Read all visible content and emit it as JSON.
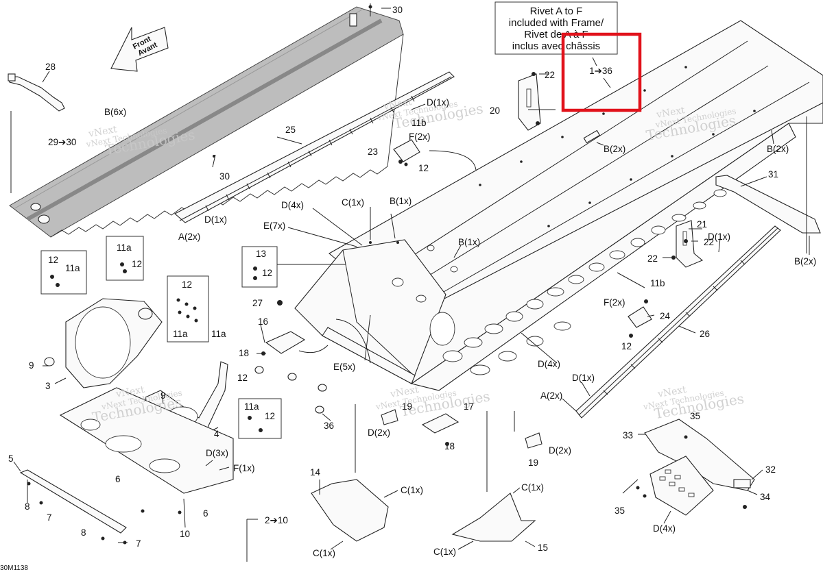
{
  "note": {
    "lines": [
      "Rivet A to F",
      "included with Frame/",
      "Rivet de A à F",
      "inclus avec châssis"
    ],
    "ref": "1➔36"
  },
  "front_arrow": {
    "line1": "Front",
    "line2": "Avant"
  },
  "watermark": {
    "line1": "vNext",
    "line2": "vNext Technologies",
    "line3": "Technologies"
  },
  "diagram_code": "30M1138",
  "highlight_color": "#e1121b",
  "labels": {
    "l30a": "30",
    "l28": "28",
    "lB6x": "B(6x)",
    "l29_30": "29➔30",
    "l30b": "30",
    "l25": "25",
    "lD1x_top": "D(1x)",
    "l11b_top": "11b",
    "lF2x_top": "F(2x)",
    "l23": "23",
    "l12_top": "12",
    "l22a": "22",
    "l20": "20",
    "lB2x_a": "B(2x)",
    "lB2x_b": "B(2x)",
    "l31": "31",
    "l21": "21",
    "l22b": "22",
    "l22c": "22",
    "lD1x_r": "D(1x)",
    "lB2x_c": "B(2x)",
    "l11b_r": "11b",
    "lF2x_r": "F(2x)",
    "l24": "24",
    "l12_r": "12",
    "l26": "26",
    "lD1x_l": "D(1x)",
    "lA2x_l": "A(2x)",
    "lD4x_c": "D(4x)",
    "lC1x_c": "C(1x)",
    "lB1x_c": "B(1x)",
    "lE7x": "E(7x)",
    "lB1x_c2": "B(1x)",
    "l13": "13",
    "l12_13": "12",
    "l27": "27",
    "l16": "16",
    "l18a": "18",
    "lE5x": "E(5x)",
    "lD4x_m": "D(4x)",
    "lD1x_m": "D(1x)",
    "lA2x_m": "A(2x)",
    "l11a_a": "11a",
    "l12_a": "12",
    "l12_b": "12",
    "l11a_b": "11a",
    "l12_c": "12",
    "l11a_c": "11a",
    "l11a_d": "11a",
    "l12_d": "12",
    "l9a": "9",
    "l3": "3",
    "l9b": "9",
    "l4": "4",
    "l11a_e": "11a",
    "l12_e": "12",
    "l36": "36",
    "l19a": "19",
    "l17": "17",
    "lD2x_a": "D(2x)",
    "l18b": "18",
    "lD2x_b": "D(2x)",
    "l19b": "19",
    "l5": "5",
    "l6a": "6",
    "lD3x": "D(3x)",
    "lF1x": "F(1x)",
    "l8a": "8",
    "l7a": "7",
    "l6b": "6",
    "l10": "10",
    "l2_10": "2➔10",
    "l8b": "8",
    "l7b": "7",
    "l14": "14",
    "lC1x_a": "C(1x)",
    "lC1x_b": "C(1x)",
    "lC1x_c2": "C(1x)",
    "lC1x_d": "C(1x)",
    "l15": "15",
    "l35a": "35",
    "l33": "33",
    "l32": "32",
    "l34": "34",
    "l35b": "35",
    "lD4x_b": "D(4x)"
  }
}
